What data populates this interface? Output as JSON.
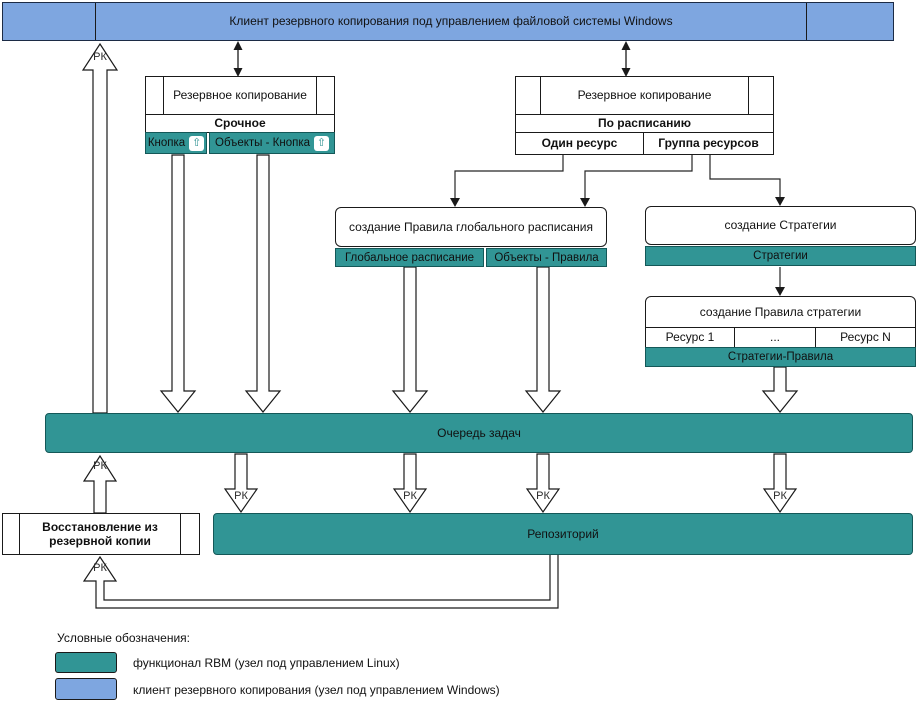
{
  "diagram": {
    "top_bar": {
      "label": "Клиент резервного копирования под управлением файловой системы Windows"
    },
    "rk_label": "РК",
    "backup_urgent": {
      "title": "Резервное копирование",
      "mode": "Срочное",
      "cells": [
        {
          "label": "Кнопка",
          "icon": "⇧"
        },
        {
          "label": "Объекты - Кнопка",
          "icon": "⇧"
        }
      ]
    },
    "backup_scheduled": {
      "title": "Резервное копирование",
      "mode": "По расписанию",
      "cells": [
        {
          "label": "Один ресурс"
        },
        {
          "label": "Группа ресурсов"
        }
      ]
    },
    "global_schedule_rule": {
      "title": "создание Правила глобального расписания",
      "cells": [
        {
          "label": "Глобальное расписание"
        },
        {
          "label": "Объекты - Правила"
        }
      ]
    },
    "strategy_creation": {
      "title": "создание Стратегии",
      "result": "Стратегии"
    },
    "strategy_rule": {
      "title": "создание Правила стратегии",
      "resources": [
        {
          "label": "Ресурс 1"
        },
        {
          "label": "..."
        },
        {
          "label": "Ресурс N"
        }
      ],
      "result": "Стратегии-Правила"
    },
    "task_queue": {
      "label": "Очередь задач"
    },
    "repository": {
      "label": "Репозиторий"
    },
    "restore": {
      "label": "Восстановление из резервной копии"
    }
  },
  "legend": {
    "title": "Условные обозначения:",
    "items": [
      {
        "color": "#319595",
        "label": "функционал RBM (узел под управлением Linux)"
      },
      {
        "color": "#7EA6E0",
        "label": "клиент резервного копирования (узел под управлением Windows)"
      }
    ]
  },
  "colors": {
    "teal": "#319595",
    "blue": "#7EA6E0",
    "border": "#1a1a1a"
  }
}
